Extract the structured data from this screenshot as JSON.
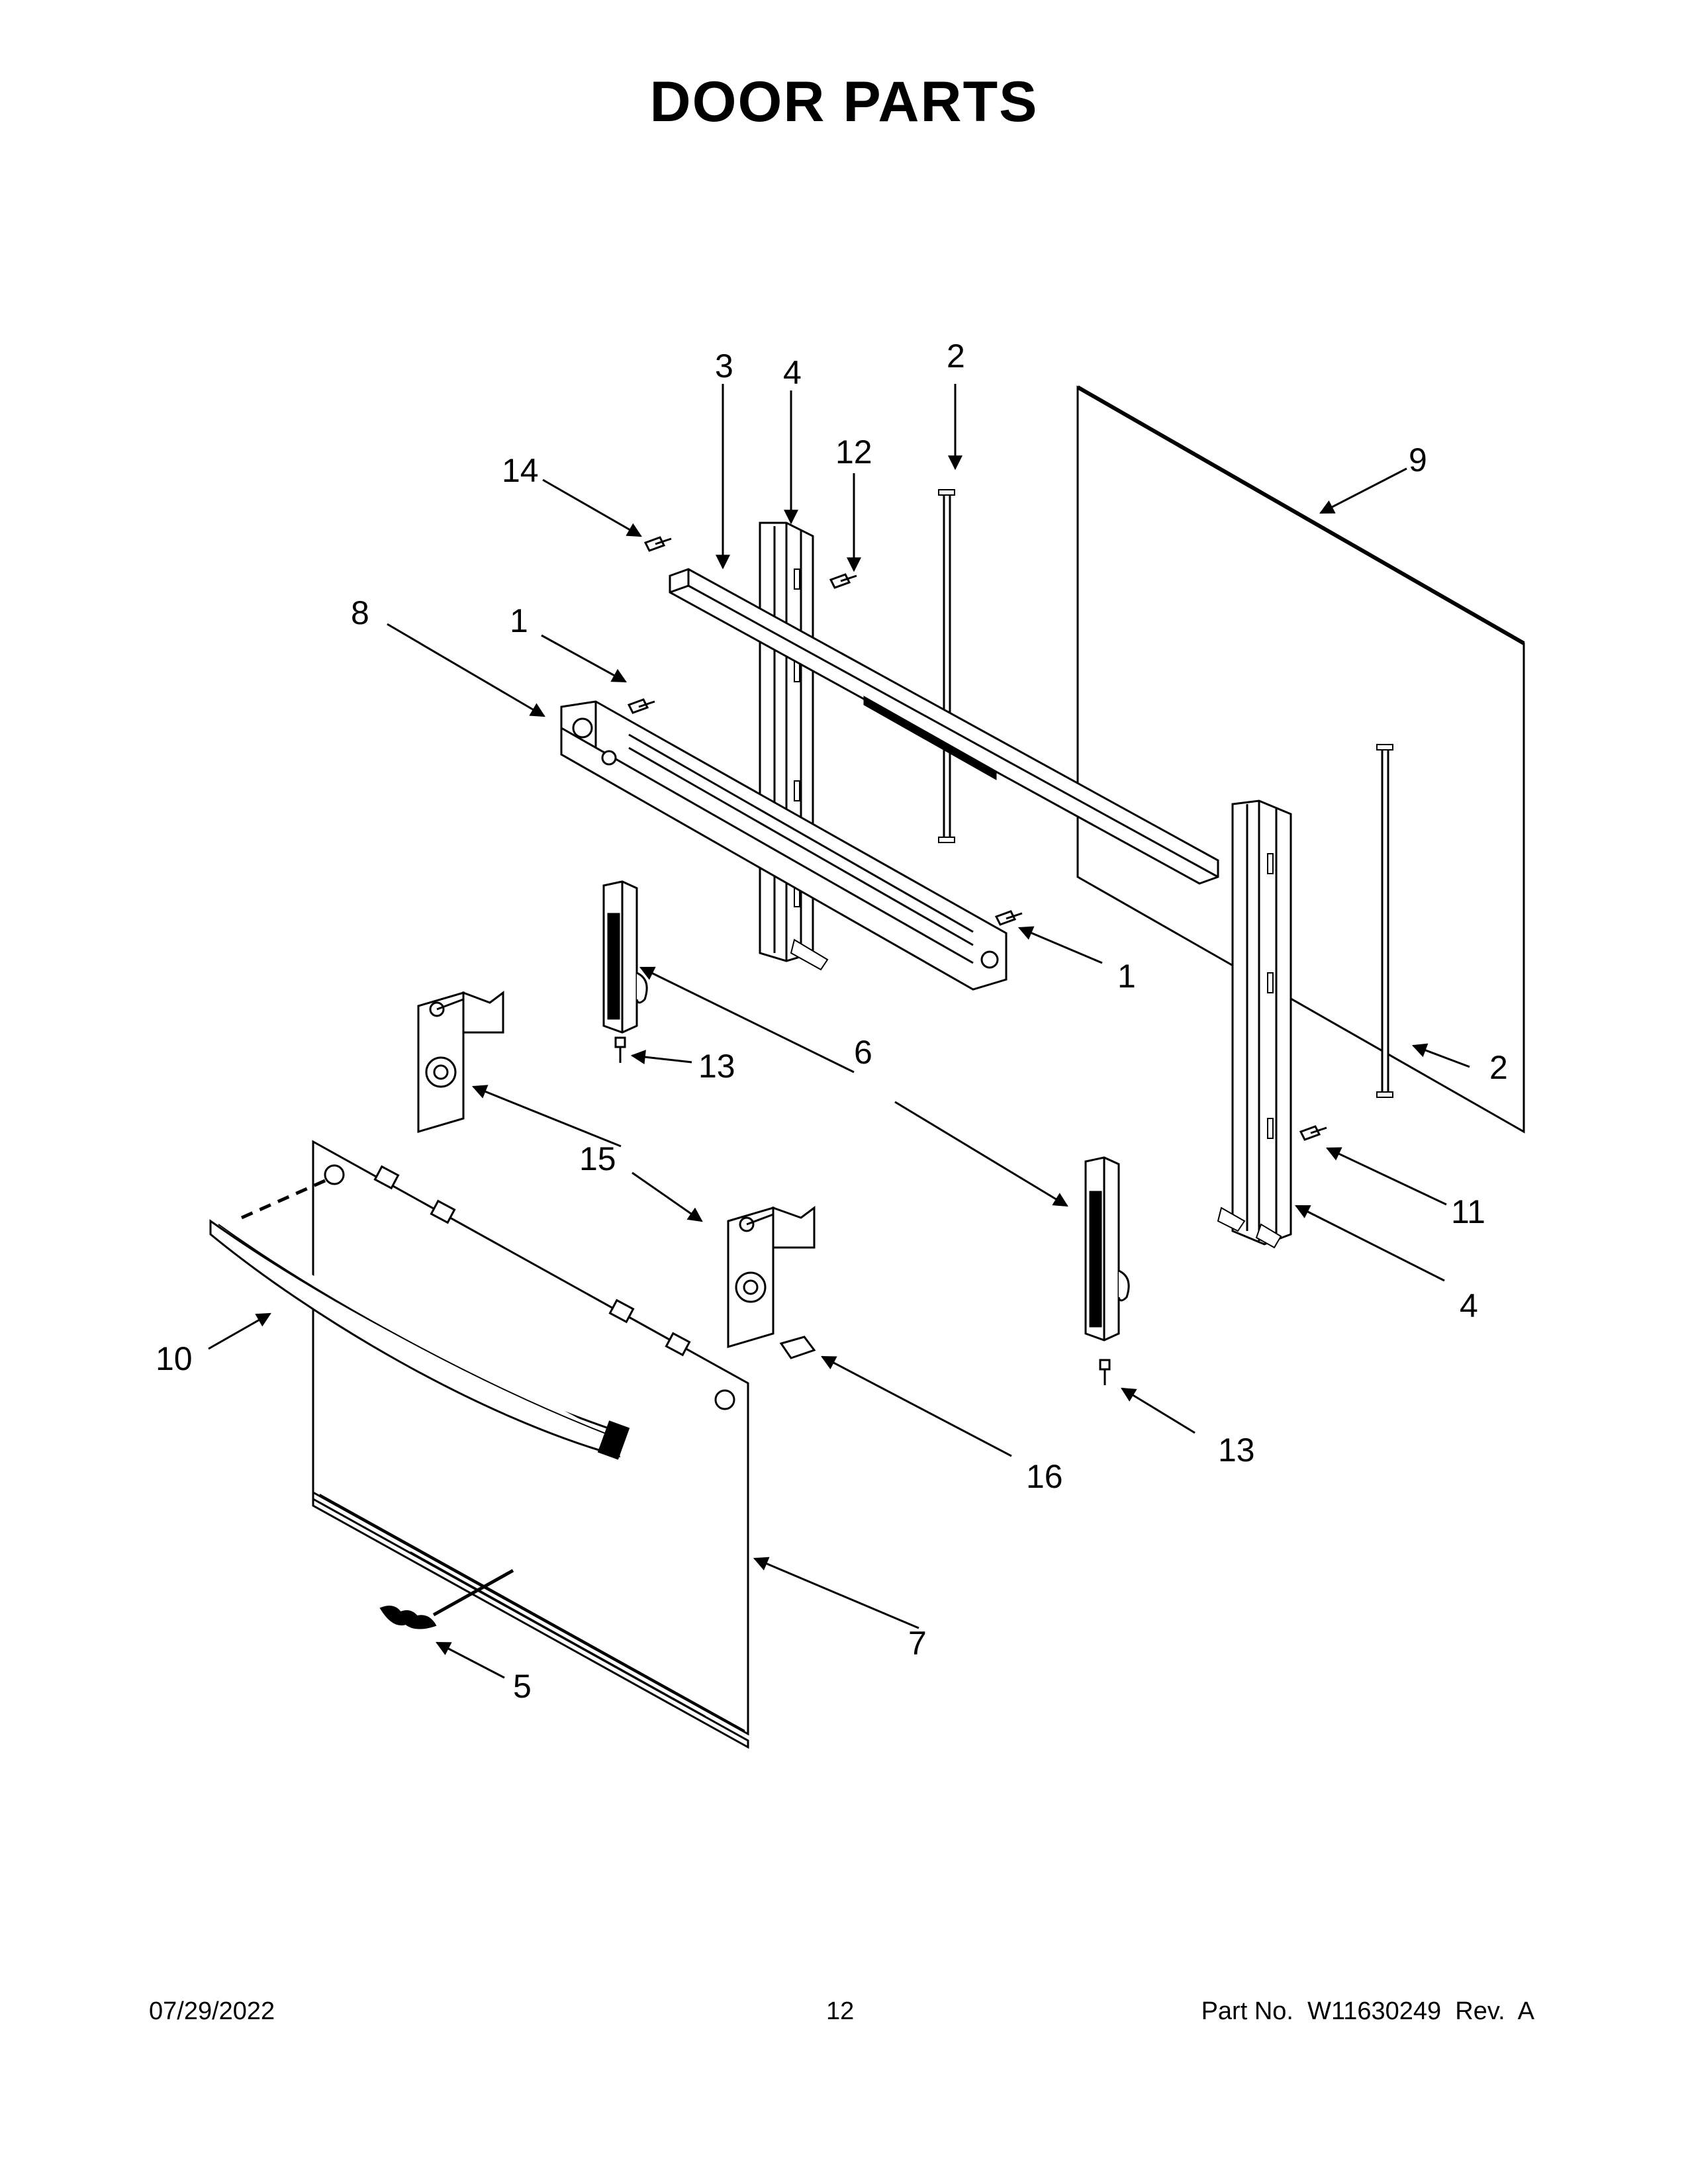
{
  "page": {
    "title": "DOOR PARTS"
  },
  "callouts": {
    "c1a": "1",
    "c1b": "1",
    "c2a": "2",
    "c2b": "2",
    "c3": "3",
    "c4a": "4",
    "c4b": "4",
    "c5": "5",
    "c6": "6",
    "c7": "7",
    "c8": "8",
    "c9": "9",
    "c10": "10",
    "c11": "11",
    "c12": "12",
    "c13a": "13",
    "c13b": "13",
    "c14": "14",
    "c15": "15",
    "c16": "16"
  },
  "footer": {
    "date": "07/29/2022",
    "page_number": "12",
    "part_number": "Part No.  W11630249  Rev.  A"
  }
}
